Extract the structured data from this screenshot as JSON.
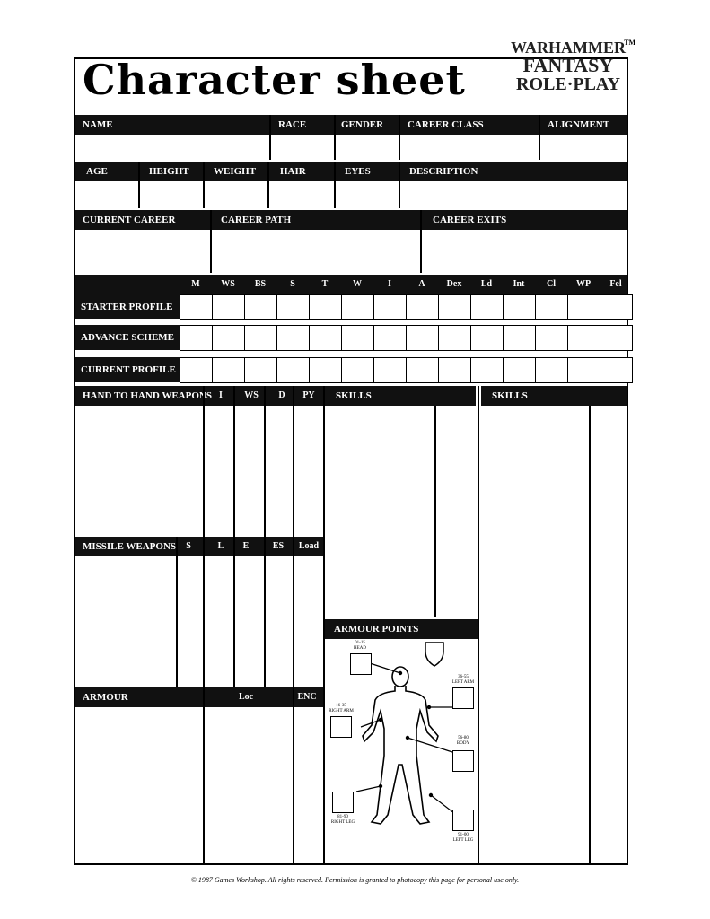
{
  "title": "Character sheet",
  "logo": {
    "line1": "WARHAMMER",
    "line2": "FANTASY",
    "line3": "ROLE·PLAY",
    "tm": "TM"
  },
  "fields_row1": {
    "name": "NAME",
    "race": "RACE",
    "gender": "GENDER",
    "career_class": "CAREER CLASS",
    "alignment": "ALIGNMENT"
  },
  "fields_row2": {
    "age": "AGE",
    "height": "HEIGHT",
    "weight": "WEIGHT",
    "hair": "HAIR",
    "eyes": "EYES",
    "description": "DESCRIPTION"
  },
  "fields_row3": {
    "current_career": "CURRENT CAREER",
    "career_path": "CAREER PATH",
    "career_exits": "CAREER EXITS"
  },
  "profile": {
    "headers": [
      "M",
      "WS",
      "BS",
      "S",
      "T",
      "W",
      "I",
      "A",
      "Dex",
      "Ld",
      "Int",
      "Cl",
      "WP",
      "Fel"
    ],
    "rows": [
      "STARTER PROFILE",
      "ADVANCE SCHEME",
      "CURRENT PROFILE"
    ]
  },
  "hand_weapons": {
    "label": "HAND TO HAND WEAPONS",
    "cols": [
      "I",
      "WS",
      "D",
      "PY"
    ]
  },
  "skills": {
    "left": "SKILLS",
    "right": "SKILLS"
  },
  "missile_weapons": {
    "label": "MISSILE WEAPONS",
    "cols": [
      "S",
      "L",
      "E",
      "ES",
      "Load"
    ]
  },
  "armour": {
    "label": "ARMOUR",
    "cols": [
      "Loc",
      "ENC"
    ]
  },
  "armour_points": {
    "label": "ARMOUR POINTS",
    "head": "01-15\nHEAD",
    "left_arm": "36-55\nLEFT ARM",
    "right_arm": "16-35\nRIGHT ARM",
    "body": "56-80\nBODY",
    "right_leg": "81-90\nRIGHT LEG",
    "left_leg": "91-00\nLEFT LEG"
  },
  "copyright": "© 1987 Games Workshop. All rights reserved. Permission is granted to photocopy this page for personal use only."
}
